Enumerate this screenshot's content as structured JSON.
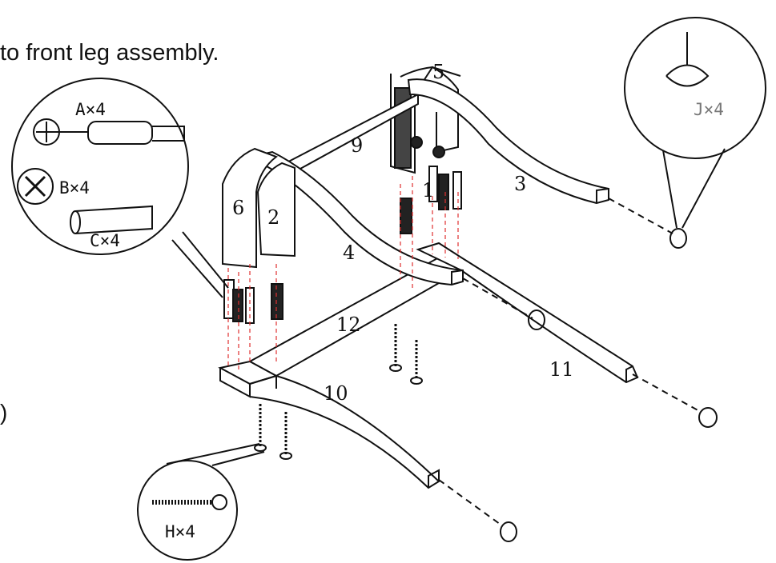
{
  "instruction_text": "to front leg assembly.",
  "paren_fragment": ")",
  "part_labels": {
    "p2": "2",
    "p3": "3",
    "p4": "4",
    "p5": "5",
    "p6": "6",
    "p9": "9",
    "p10": "10",
    "p11": "11",
    "p12": "12",
    "p1": "1"
  },
  "hardware": {
    "a": "A×4",
    "b": "B×4",
    "c": "C×4",
    "h": "H×4",
    "j": "J×4"
  },
  "colors": {
    "line": "#111111",
    "guide": "#e03030"
  }
}
